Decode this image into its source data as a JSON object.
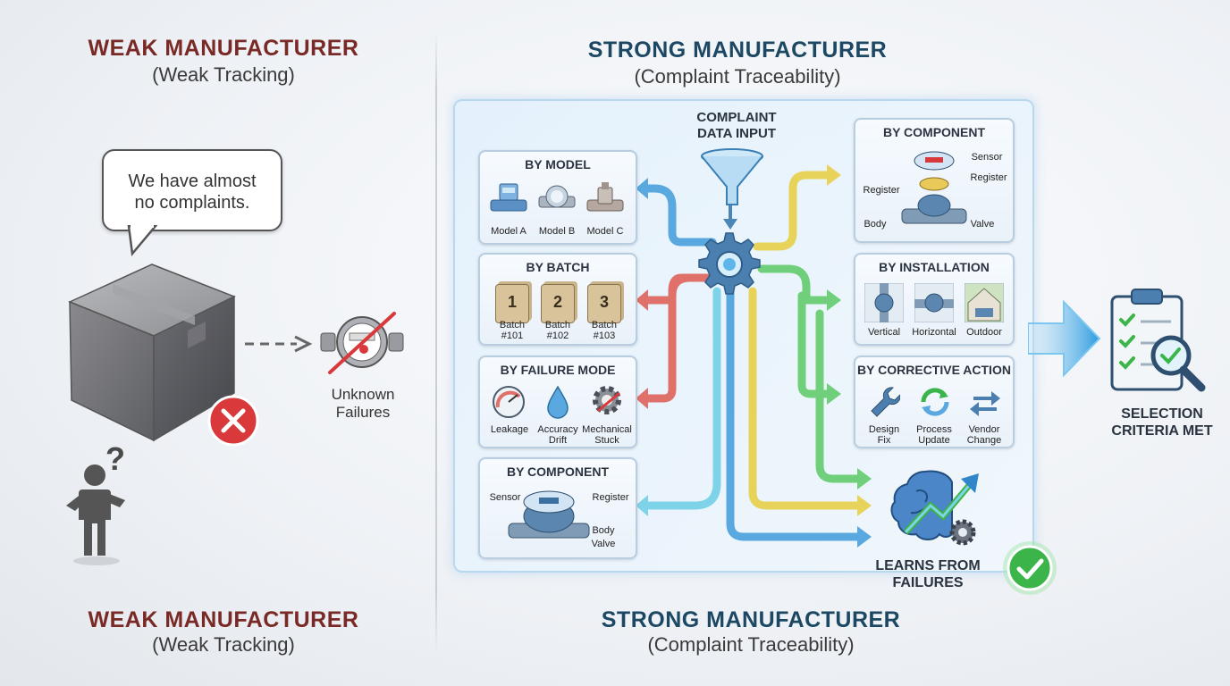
{
  "weak": {
    "title": "WEAK MANUFACTURER",
    "subtitle": "(Weak Tracking)",
    "bottom_title": "WEAK MANUFACTURER",
    "bottom_subtitle": "(Weak Tracking)",
    "speech": "We have almost\nno complaints.",
    "unknown_label": "Unknown\nFailures"
  },
  "strong": {
    "title": "STRONG MANUFACTURER",
    "subtitle": "(Complaint Traceability)",
    "bottom_title": "STRONG MANUFACTURER",
    "bottom_subtitle": "(Complaint Traceability)",
    "input_label": "COMPLAINT\nDATA INPUT",
    "learns_label": "LEARNS FROM\nFAILURES",
    "selection_label": "SELECTION\nCRITERIA MET",
    "left_cards": [
      {
        "title": "BY MODEL",
        "items": [
          "Model A",
          "Model B",
          "Model C"
        ]
      },
      {
        "title": "BY BATCH",
        "items": [
          "Batch\n#101",
          "Batch\n#102",
          "Batch\n#103"
        ],
        "numbers": [
          "1",
          "2",
          "3"
        ]
      },
      {
        "title": "BY FAILURE MODE",
        "items": [
          "Leakage",
          "Accuracy\nDrift",
          "Mechanical\nStuck"
        ]
      },
      {
        "title": "BY COMPONENT",
        "items": [
          "Sensor",
          "Register",
          "Body",
          "Valve"
        ]
      }
    ],
    "right_cards": [
      {
        "title": "BY COMPONENT",
        "items": [
          "Sensor",
          "Register",
          "Register",
          "Body",
          "Valve"
        ]
      },
      {
        "title": "BY INSTALLATION",
        "items": [
          "Vertical",
          "Horizontal",
          "Outdoor"
        ]
      },
      {
        "title": "BY CORRECTIVE ACTION",
        "items": [
          "Design\nFix",
          "Process\nUpdate",
          "Vendor\nChange"
        ]
      }
    ]
  },
  "colors": {
    "weak_title": "#7a2a26",
    "strong_title": "#1d4863",
    "red_arrow": "#e0716a",
    "yellow_arrow": "#e8d35a",
    "green_arrow": "#6fcf7a",
    "blue_arrow": "#5aa8e0",
    "cyan_arrow": "#7fd3e8",
    "check_green": "#3bb54a",
    "x_red": "#d9393a"
  },
  "icons": [
    "speech-bubble-icon",
    "box-icon",
    "x-mark-icon",
    "person-question-icon",
    "meter-crossed-icon",
    "funnel-icon",
    "gear-icon",
    "brain-chart-icon",
    "check-icon",
    "clipboard-magnifier-icon"
  ]
}
